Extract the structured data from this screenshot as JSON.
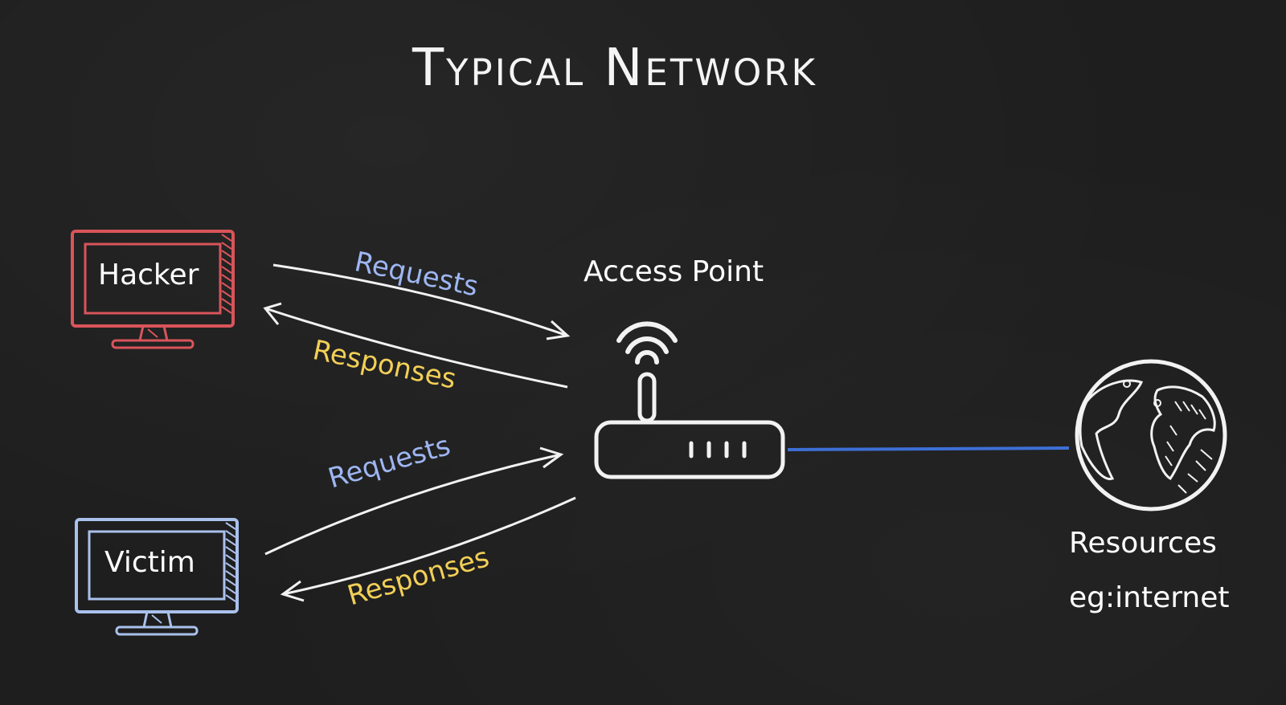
{
  "title": "Typical Network",
  "nodes": {
    "hacker": {
      "label": "Hacker",
      "color": "#d9545a"
    },
    "victim": {
      "label": "Victim",
      "color": "#a9c1ec"
    },
    "access_point": {
      "label": "Access Point"
    },
    "resources": {
      "label_line1": "Resources",
      "label_line2": "eg:internet"
    }
  },
  "edges": {
    "hacker_requests": "Requests",
    "hacker_responses": "Responses",
    "victim_requests": "Requests",
    "victim_responses": "Responses"
  },
  "colors": {
    "background": "#1e1e1e",
    "requests_text": "#9eb6f2",
    "responses_text": "#f2cf57",
    "link_line": "#3d6fd6"
  }
}
